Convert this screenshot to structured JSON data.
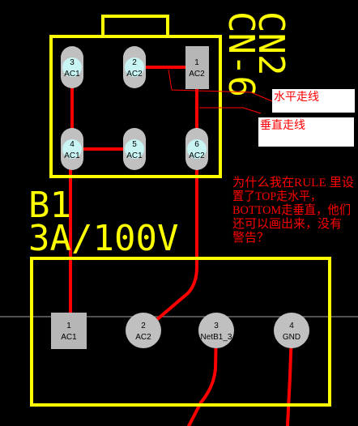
{
  "colors": {
    "background": "#000000",
    "silkscreen": "#ffff00",
    "trace": "#ff0000",
    "pad": "#c0c0c0",
    "pad_square": "#b6b6b6",
    "pad_hole": "#c8f4f4",
    "note_box": "#ffffff",
    "note_text": "#ff0000"
  },
  "connector": {
    "designator": "CN2",
    "comment": "CN-6",
    "pads": [
      {
        "number": "3",
        "net": "AC1"
      },
      {
        "number": "2",
        "net": "AC2"
      },
      {
        "number": "1",
        "net": "AC2"
      },
      {
        "number": "4",
        "net": "AC1"
      },
      {
        "number": "5",
        "net": "AC1"
      },
      {
        "number": "6",
        "net": "AC2"
      }
    ]
  },
  "bridge": {
    "designator": "B1",
    "comment": "3A/100V",
    "pads": [
      {
        "number": "1",
        "net": "AC1"
      },
      {
        "number": "2",
        "net": "AC2"
      },
      {
        "number": "3",
        "net": "NetB1_3"
      },
      {
        "number": "4",
        "net": "GND"
      }
    ]
  },
  "annotations": {
    "horizontal_label": "水平走线",
    "vertical_label": "垂直走线",
    "question_lines": [
      "为什么我在RULE 里设",
      "置了TOP走水平，",
      "BOTTOM走垂直，他们",
      "还可以画出来，没有",
      "警告？"
    ]
  }
}
